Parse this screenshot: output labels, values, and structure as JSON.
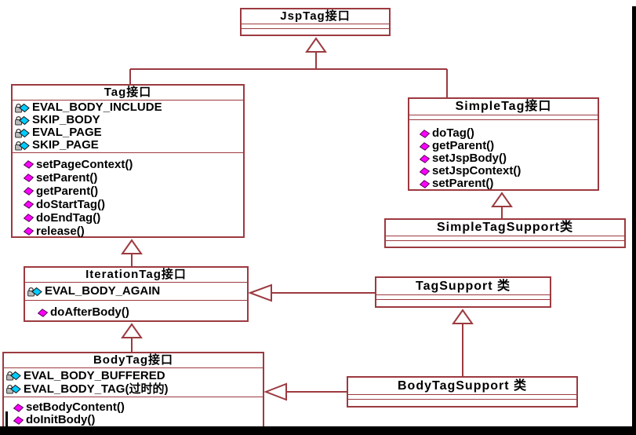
{
  "colors": {
    "line": "#9c3a40",
    "frame": "#000000",
    "background": "#ffffff",
    "text": "#000000",
    "field_icon_diamond": "#00ccff",
    "field_icon_lock": "#b9b9b9",
    "method_icon_diamond": "#ff00ff"
  },
  "icons": {
    "field": "lock-and-cyan-diamond",
    "method": "magenta-diamond"
  },
  "classes": {
    "jsptag": {
      "title": "JspTag接口"
    },
    "tag": {
      "title": "Tag接口",
      "fields": [
        "EVAL_BODY_INCLUDE",
        "SKIP_BODY",
        "EVAL_PAGE",
        "SKIP_PAGE"
      ],
      "methods": [
        "setPageContext()",
        "setParent()",
        "getParent()",
        "doStartTag()",
        "doEndTag()",
        "release()"
      ]
    },
    "simpletag": {
      "title": "SimpleTag接口",
      "methods": [
        "doTag()",
        "getParent()",
        "setJspBody()",
        "setJspContext()",
        "setParent()"
      ]
    },
    "simpletagsupport": {
      "title": "SimpleTagSupport类"
    },
    "iterationtag": {
      "title": "IterationTag接口",
      "fields": [
        "EVAL_BODY_AGAIN"
      ],
      "methods": [
        "doAfterBody()"
      ]
    },
    "tagsupport": {
      "title": "TagSupport 类"
    },
    "bodytag": {
      "title": "BodyTag接口",
      "fields": [
        "EVAL_BODY_BUFFERED",
        "EVAL_BODY_TAG(过时的)"
      ],
      "methods": [
        "setBodyContent()",
        "doInitBody()"
      ]
    },
    "bodytagsupport": {
      "title": "BodyTagSupport 类"
    }
  },
  "relations": [
    {
      "from": "Tag接口",
      "to": "JspTag接口",
      "type": "generalization"
    },
    {
      "from": "SimpleTag接口",
      "to": "JspTag接口",
      "type": "generalization"
    },
    {
      "from": "IterationTag接口",
      "to": "Tag接口",
      "type": "generalization"
    },
    {
      "from": "BodyTag接口",
      "to": "IterationTag接口",
      "type": "generalization"
    },
    {
      "from": "SimpleTagSupport类",
      "to": "SimpleTag接口",
      "type": "generalization"
    },
    {
      "from": "TagSupport 类",
      "to": "IterationTag接口",
      "type": "generalization"
    },
    {
      "from": "BodyTagSupport 类",
      "to": "TagSupport 类",
      "type": "generalization"
    },
    {
      "from": "BodyTagSupport 类",
      "to": "BodyTag接口",
      "type": "generalization"
    }
  ]
}
